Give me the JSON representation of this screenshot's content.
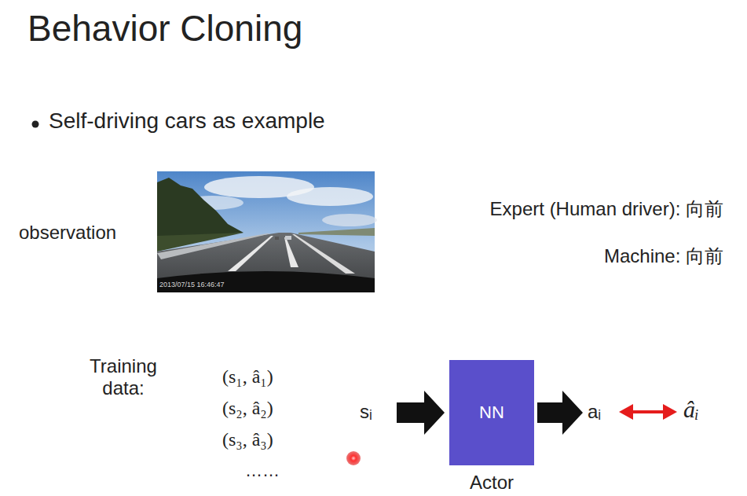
{
  "diagram": {
    "title": "Behavior Cloning",
    "nodes": [
      {
        "text": [
          "NN",
          "Actor"
        ]
      }
    ],
    "labels": [
      "Self-driving cars as example",
      "observation",
      "Expert (Human driver): 向前",
      "Machine: 向前",
      "Training data:",
      "(s₁, â₁)",
      "(s₂, â₂)",
      "(s₃, â₃)",
      "……",
      "sᵢ",
      "aᵢ",
      "âᵢ",
      "2013/07/15 16:46:47"
    ]
  }
}
